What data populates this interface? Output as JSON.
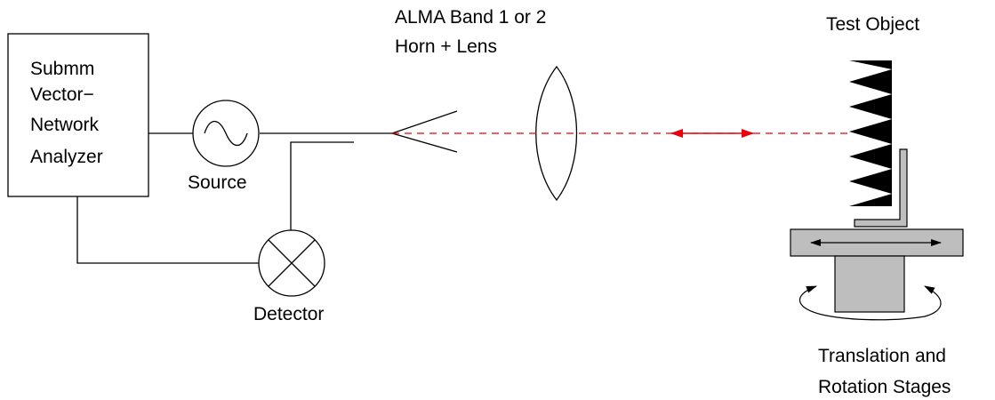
{
  "analyzer": {
    "lines": [
      "Submm",
      "Vector−",
      "Network",
      "Analyzer"
    ]
  },
  "source": {
    "label": "Source"
  },
  "detector": {
    "label": "Detector"
  },
  "horn_lens": {
    "lines": [
      "ALMA Band 1 or 2",
      "Horn + Lens"
    ]
  },
  "test_object": {
    "label": "Test Object"
  },
  "stages": {
    "lines": [
      "Translation and",
      "Rotation Stages"
    ]
  },
  "colors": {
    "beam": "#e8000b",
    "stage_fill": "#bebebe",
    "absorber": "#000000",
    "line": "#000000"
  }
}
